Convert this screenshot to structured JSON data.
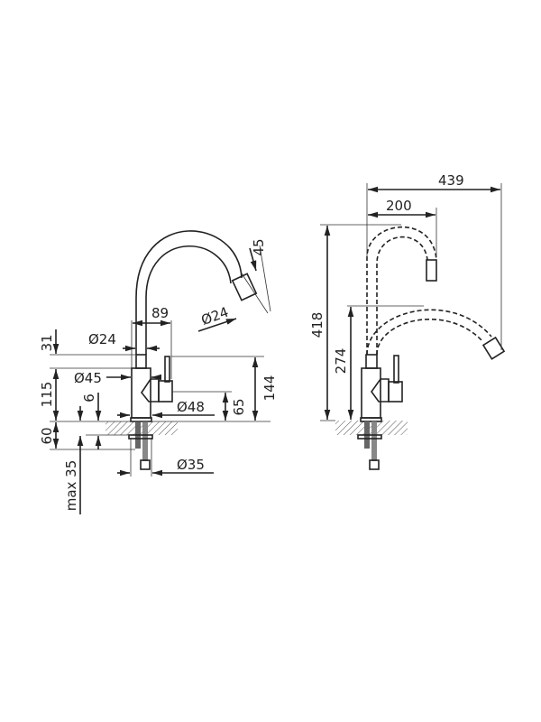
{
  "drawing": {
    "left_view": {
      "dims": {
        "d31": "31",
        "d115": "115",
        "d60": "60",
        "d6": "6",
        "max35": "max 35",
        "dia24_pipe": "Ø24",
        "d89": "89",
        "dia45": "Ø45",
        "dia48": "Ø48",
        "d65": "65",
        "d144": "144",
        "dia35": "Ø35",
        "dia24_nozzle": "Ø24",
        "d45": "45"
      }
    },
    "right_view": {
      "dims": {
        "d439": "439",
        "d200": "200",
        "d418": "418",
        "d274": "274"
      }
    }
  }
}
